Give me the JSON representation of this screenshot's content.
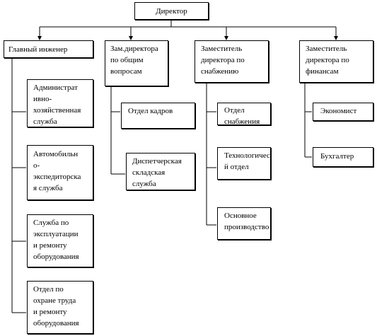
{
  "nodes": {
    "director": [
      "Директор"
    ],
    "chief_engineer": [
      "Главный инженер"
    ],
    "deputy_general": [
      "Зам.директора",
      "по общим",
      "вопросам"
    ],
    "deputy_supply": [
      "Заместитель",
      "директора по",
      "снабжению"
    ],
    "deputy_finance": [
      "Заместитель",
      "директора по",
      "финансам"
    ],
    "admin_service": [
      "Администрат",
      "ивно-",
      "хозяйственная",
      "служба"
    ],
    "auto_service": [
      "Автомобильн",
      "о-",
      "экспедиторска",
      "я служба"
    ],
    "maintenance_service": [
      "Служба по",
      "эксплуатации",
      "и ремонту",
      "оборудования"
    ],
    "labor_safety": [
      "Отдел по",
      "охране труда",
      "и ремонту",
      "оборудования"
    ],
    "hr_department": [
      "Отдел кадров"
    ],
    "warehouse_service": [
      "Диспетчерская",
      "складская",
      "служба"
    ],
    "supply_department": [
      "Отдел",
      "снабжения"
    ],
    "tech_department": [
      "Технологически",
      "й отдел"
    ],
    "main_production": [
      "Основное",
      "производство"
    ],
    "economist": [
      "Экономист"
    ],
    "accountant": [
      "Бухгалтер"
    ]
  }
}
